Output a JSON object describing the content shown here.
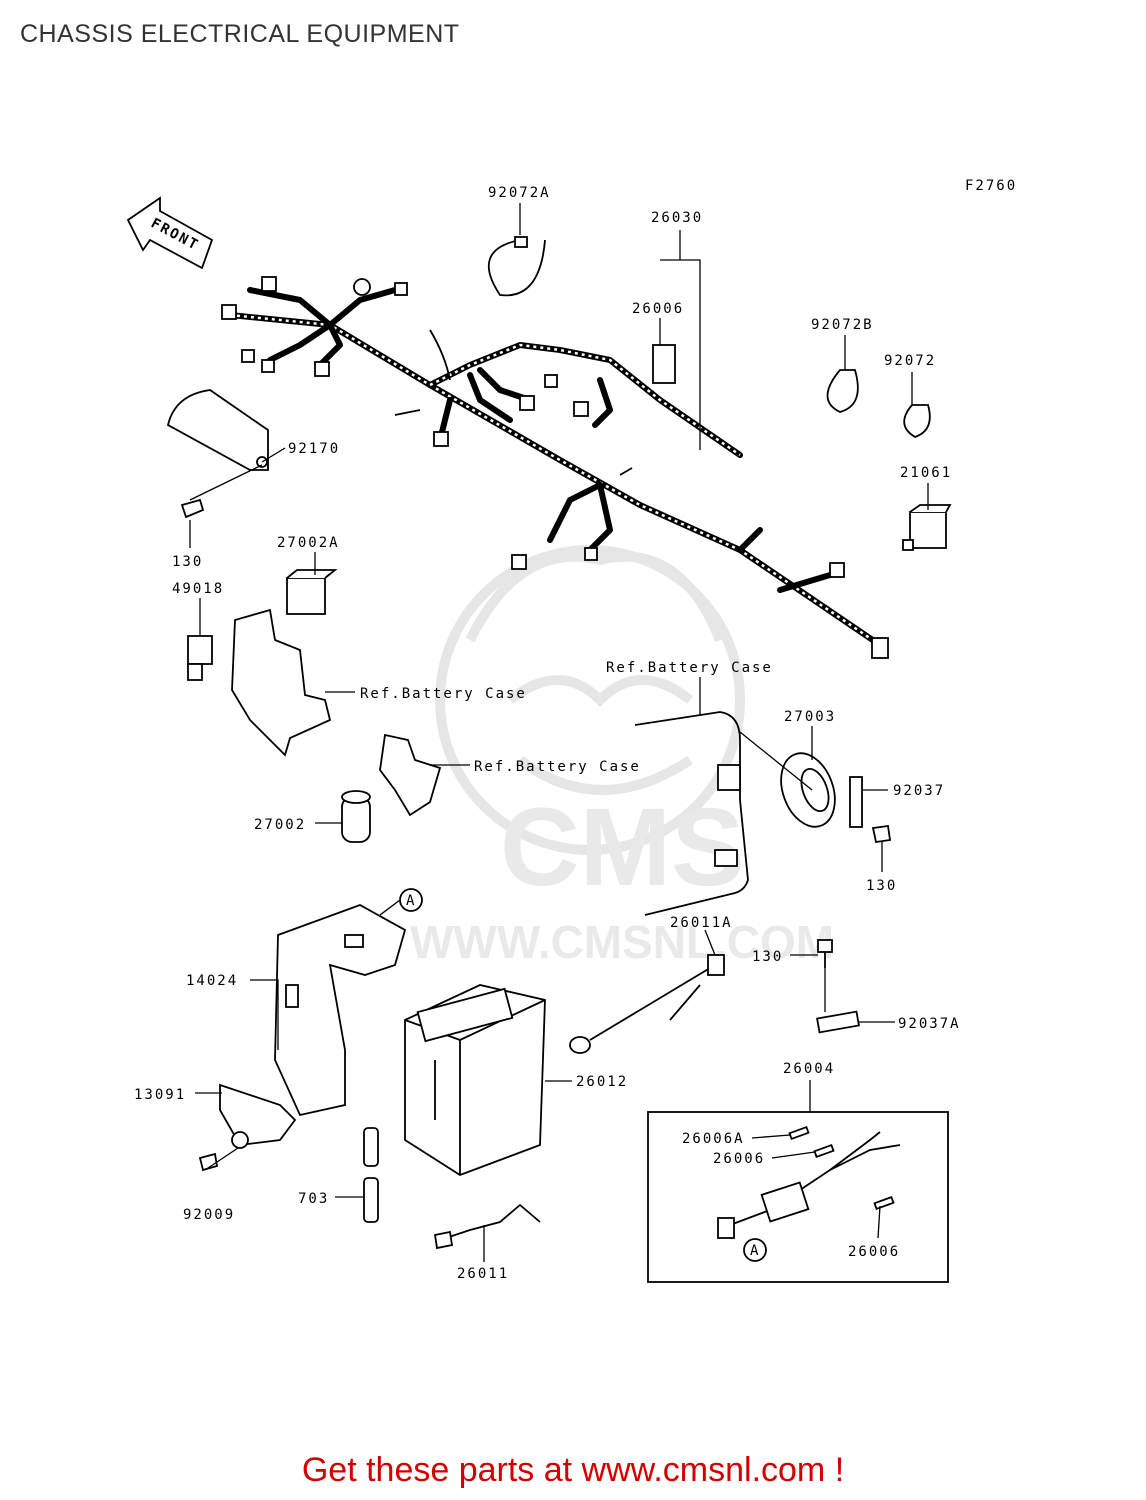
{
  "page": {
    "title": "CHASSIS ELECTRICAL EQUIPMENT",
    "footer": "Get these parts at www.cmsnl.com !"
  },
  "diagram": {
    "figure_code": "F2760",
    "front_arrow": "FRONT",
    "watermark": {
      "logo": "CMS",
      "url": "WWW.CMSNL.COM"
    },
    "parts": [
      {
        "id": "92072A"
      },
      {
        "id": "26030"
      },
      {
        "id": "26006"
      },
      {
        "id": "92072B"
      },
      {
        "id": "92072"
      },
      {
        "id": "21061"
      },
      {
        "id": "92170"
      },
      {
        "id": "130"
      },
      {
        "id": "27002A"
      },
      {
        "id": "49018"
      },
      {
        "id": "27002"
      },
      {
        "id": "27003"
      },
      {
        "id": "92037"
      },
      {
        "id": "130"
      },
      {
        "id": "26011A"
      },
      {
        "id": "130"
      },
      {
        "id": "92037A"
      },
      {
        "id": "14024"
      },
      {
        "id": "13091"
      },
      {
        "id": "92009"
      },
      {
        "id": "703"
      },
      {
        "id": "26012"
      },
      {
        "id": "26011"
      },
      {
        "id": "26004"
      },
      {
        "id": "26006A"
      },
      {
        "id": "26006"
      },
      {
        "id": "26006"
      }
    ],
    "references": [
      {
        "text": "Ref.Battery Case"
      },
      {
        "text": "Ref.Battery Case"
      },
      {
        "text": "Ref.Battery Case"
      }
    ],
    "callout_letter": "A"
  }
}
